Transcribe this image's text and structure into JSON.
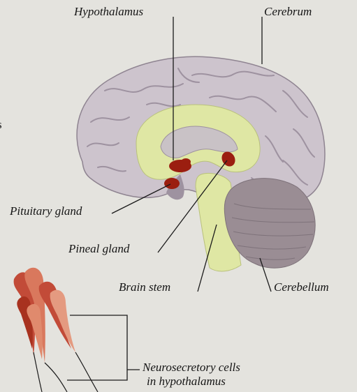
{
  "labels": {
    "hypothalamus": "Hypothalamus",
    "cerebrum": "Cerebrum",
    "pituitary": "Pituitary gland",
    "pineal": "Pineal gland",
    "brainstem": "Brain stem",
    "cerebellum": "Cerebellum",
    "neuro_line1": "Neurosecretory cells",
    "neuro_line2": "in hypothalamus"
  },
  "edge_fragments": {
    "left_char": "s"
  },
  "colors": {
    "background": "#e4e3de",
    "cortex": "#cdc4cd",
    "cortex_fold": "#9e92a0",
    "inner_region": "#dfe7a4",
    "gland_red": "#9b1e10",
    "cerebellum": "#9a8d94",
    "leader_line": "#1a1a1a"
  }
}
